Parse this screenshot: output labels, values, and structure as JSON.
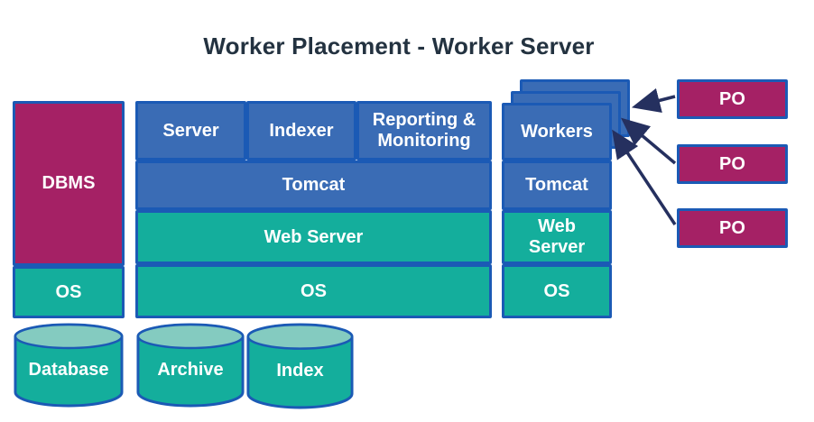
{
  "title": "Worker Placement - Worker Server",
  "colors": {
    "blue_fill": "#3A6CB5",
    "teal_fill": "#14AE9C",
    "teal_light": "#84CBC0",
    "magenta_fill": "#A52165",
    "border_blue": "#1B5AB5",
    "arrow_navy": "#25305F",
    "title_color": "#233240"
  },
  "db_server": {
    "dbms": "DBMS",
    "os": "OS",
    "database": "Database"
  },
  "app_server": {
    "apps": [
      "Server",
      "Indexer",
      "Reporting & Monitoring"
    ],
    "tomcat": "Tomcat",
    "web_server": "Web Server",
    "os": "OS",
    "archive": "Archive",
    "index": "Index"
  },
  "worker_server": {
    "workers": "Workers",
    "tomcat": "Tomcat",
    "web_server": "Web Server",
    "os": "OS"
  },
  "po_items": [
    {
      "label": "PO"
    },
    {
      "label": "PO"
    },
    {
      "label": "PO"
    }
  ]
}
